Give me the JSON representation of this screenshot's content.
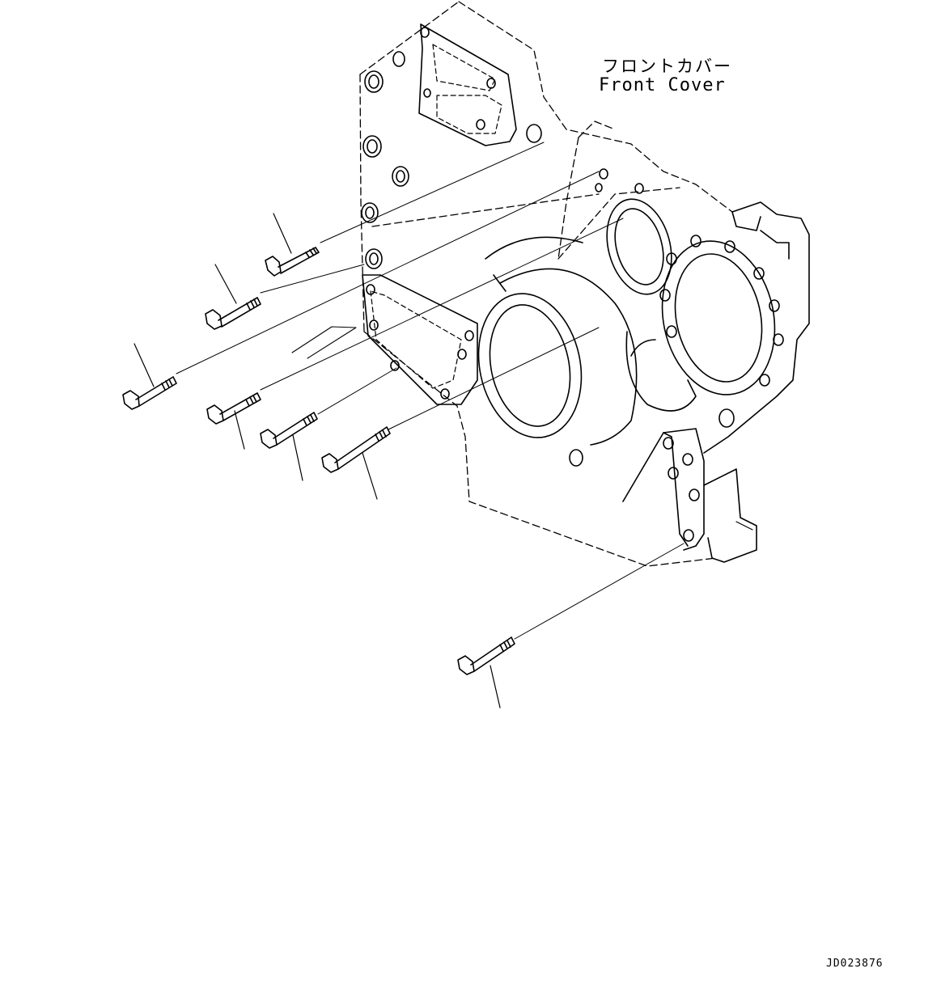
{
  "diagram": {
    "part_label_jp": "フロントカバー",
    "part_label_en": "Front Cover",
    "drawing_id": "JD023876",
    "bolt_count": 7
  }
}
